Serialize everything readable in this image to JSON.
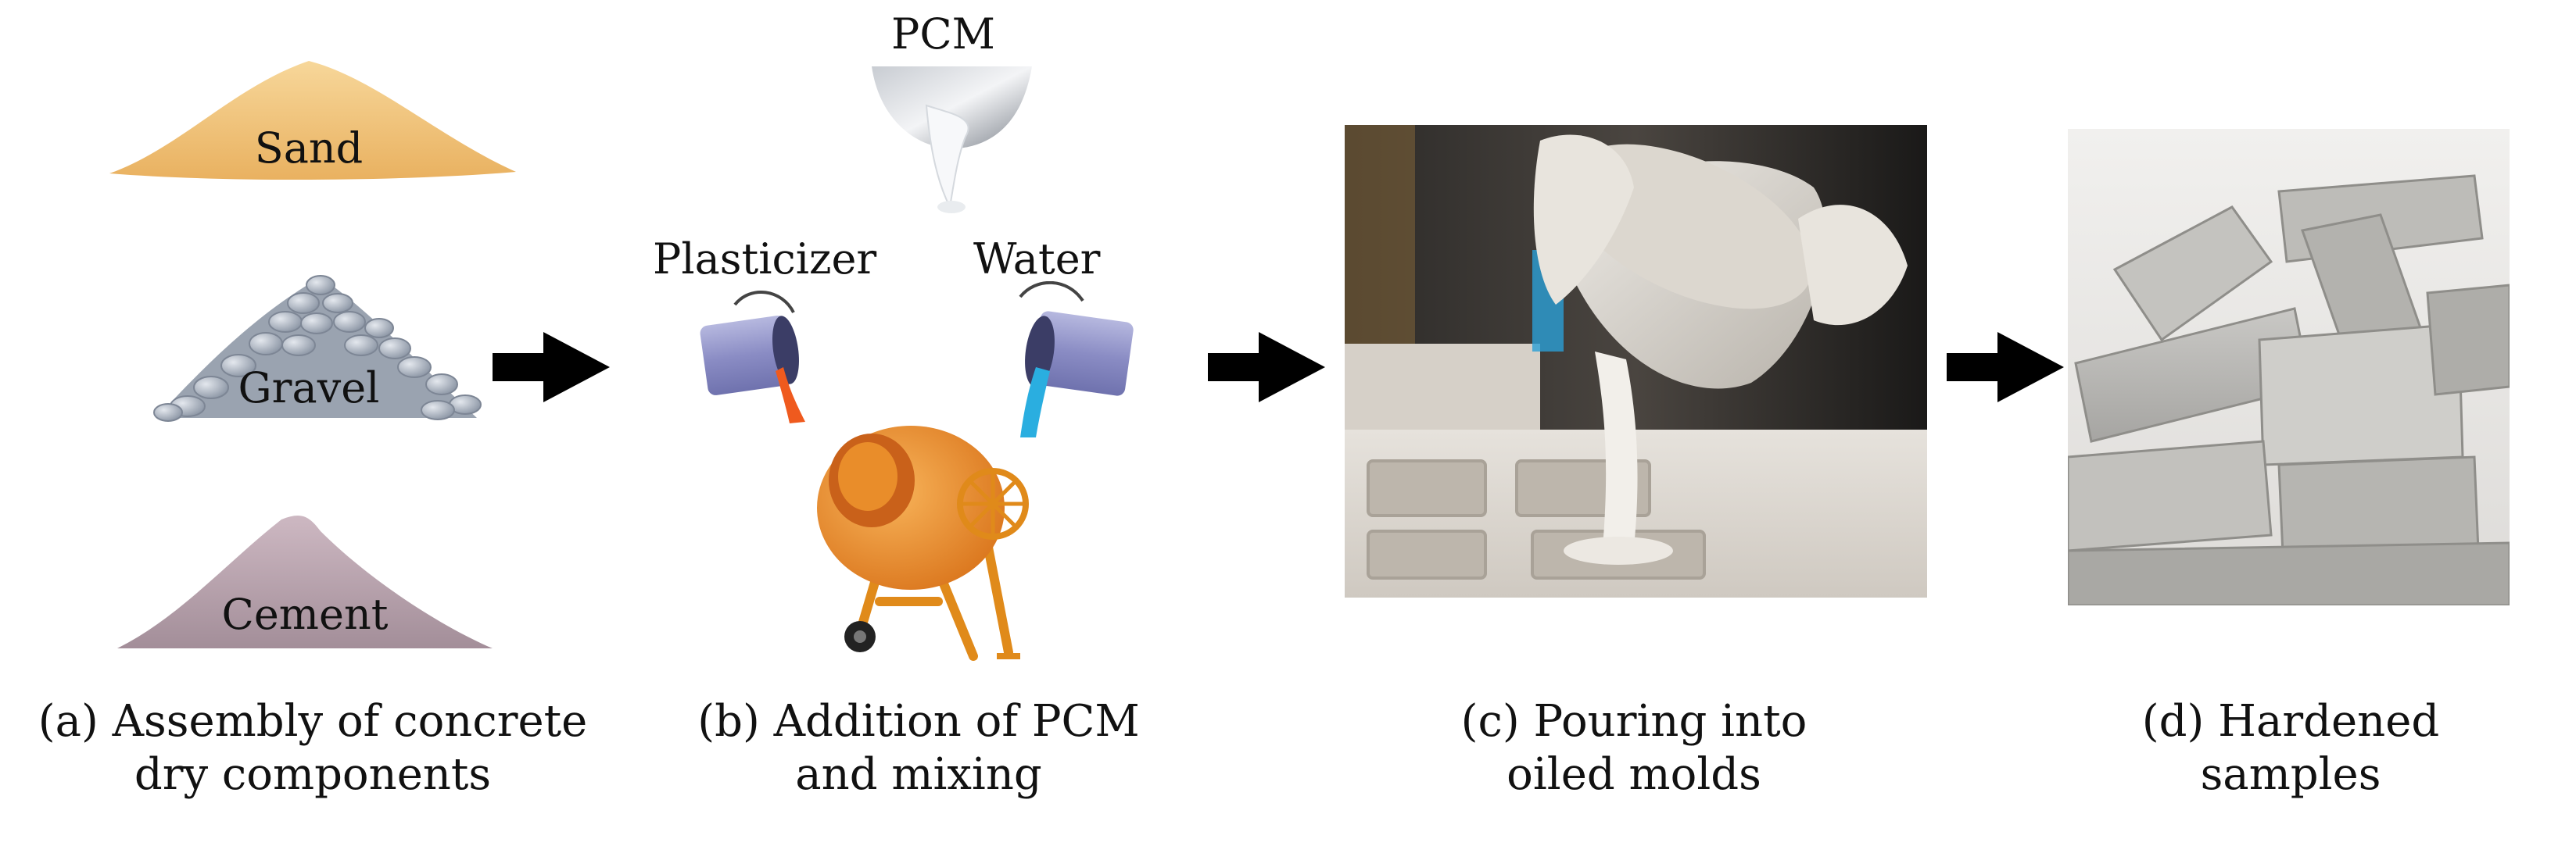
{
  "stage_a": {
    "piles": [
      {
        "label": "Sand"
      },
      {
        "label": "Gravel"
      },
      {
        "label": "Cement"
      }
    ],
    "caption": {
      "line1": "(a) Assembly of concrete",
      "line2": "dry components"
    }
  },
  "stage_b": {
    "pcm_label": "PCM",
    "plasticizer_label": "Plasticizer",
    "water_label": "Water",
    "caption": {
      "line1": "(b) Addition of PCM",
      "line2": "and mixing"
    }
  },
  "stage_c": {
    "caption": {
      "line1": "(c) Pouring into",
      "line2": "oiled molds"
    }
  },
  "stage_d": {
    "caption": {
      "line1": "(d) Hardened",
      "line2": "samples"
    }
  },
  "colors": {
    "sand": "#f2c47a",
    "gravel": "#aeb6c2",
    "cement": "#b9a3ae",
    "arrow": "#000000",
    "mixer": "#f0901e",
    "plasticizer_flow": "#ef5a1e",
    "water_flow": "#2aaee0"
  }
}
